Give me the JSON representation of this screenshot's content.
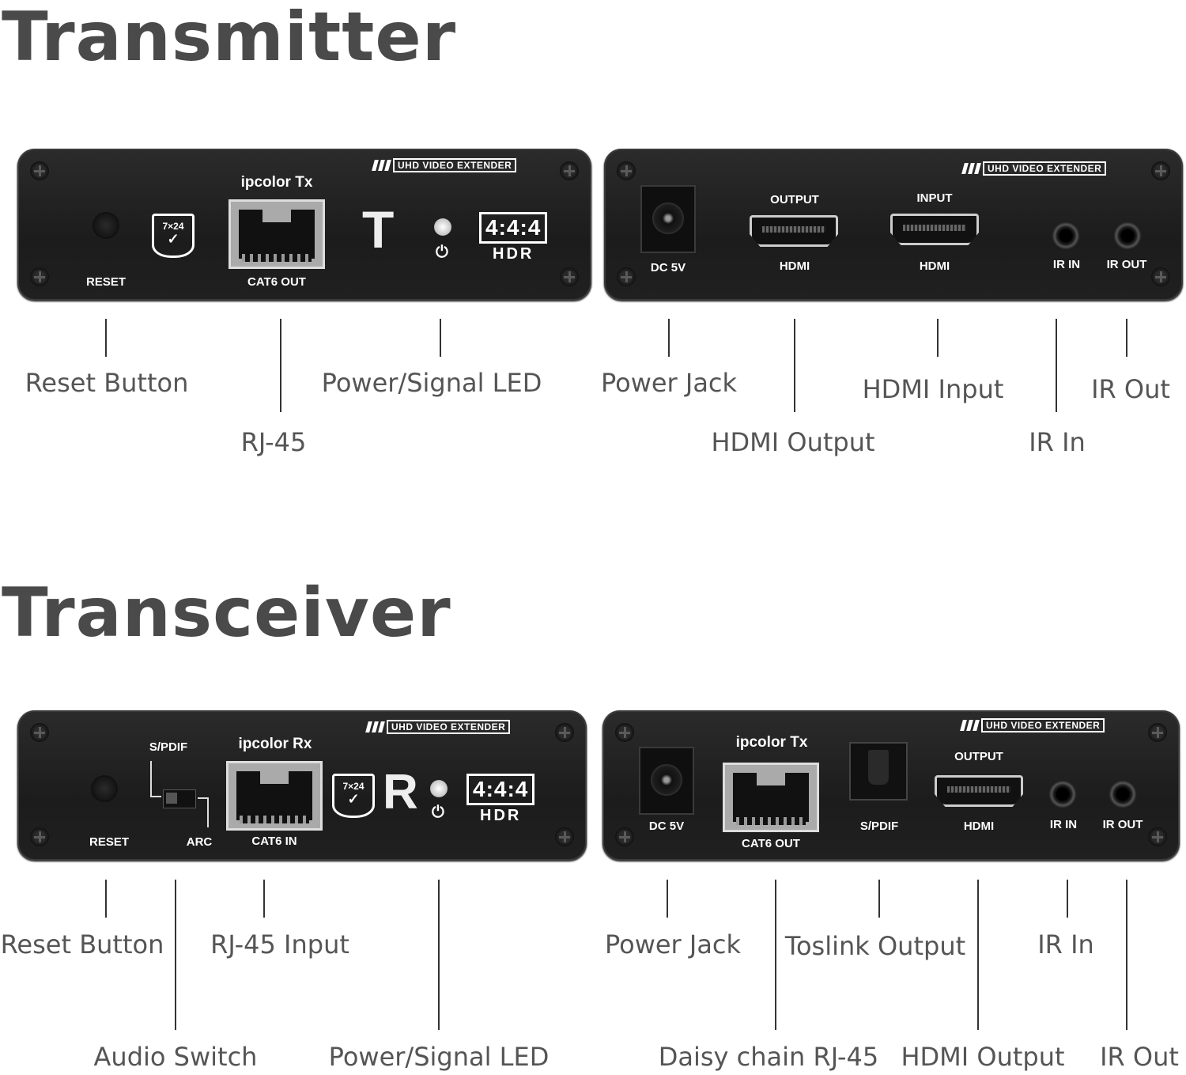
{
  "titles": {
    "transmitter": "Transmitter",
    "transceiver": "Transceiver"
  },
  "badge": "UHD VIDEO EXTENDER",
  "tx_front": {
    "model": "ipcolor Tx",
    "reset": "RESET",
    "cat6": "CAT6 OUT",
    "shield_text": "7×24",
    "letter": "T",
    "hdr_ratio": "4:4:4",
    "hdr": "HDR"
  },
  "tx_rear": {
    "dc": "DC 5V",
    "output": "OUTPUT",
    "input": "INPUT",
    "hdmi_out": "HDMI",
    "hdmi_in": "HDMI",
    "ir_in": "IR IN",
    "ir_out": "IR OUT"
  },
  "tx_callouts": {
    "reset_button": "Reset Button",
    "rj45": "RJ-45",
    "power_led": "Power/Signal LED",
    "power_jack": "Power Jack",
    "hdmi_output": "HDMI Output",
    "hdmi_input": "HDMI Input",
    "ir_in": "IR In",
    "ir_out": "IR Out"
  },
  "rx_front": {
    "spdif": "S/PDIF",
    "model": "ipcolor Rx",
    "reset": "RESET",
    "arc": "ARC",
    "cat6": "CAT6 IN",
    "shield_text": "7×24",
    "letter": "R",
    "hdr_ratio": "4:4:4",
    "hdr": "HDR"
  },
  "rx_rear": {
    "model": "ipcolor Tx",
    "dc": "DC 5V",
    "cat6": "CAT6 OUT",
    "spdif": "S/PDIF",
    "output": "OUTPUT",
    "hdmi": "HDMI",
    "ir_in": "IR IN",
    "ir_out": "IR OUT"
  },
  "rx_callouts": {
    "reset_button": "Reset Button",
    "audio_switch": "Audio Switch",
    "rj45_input": "RJ-45 Input",
    "power_led": "Power/Signal LED",
    "power_jack": "Power Jack",
    "daisy_chain": "Daisy chain RJ-45",
    "toslink_output": "Toslink Output",
    "hdmi_output": "HDMI Output",
    "ir_in": "IR In",
    "ir_out": "IR Out"
  }
}
